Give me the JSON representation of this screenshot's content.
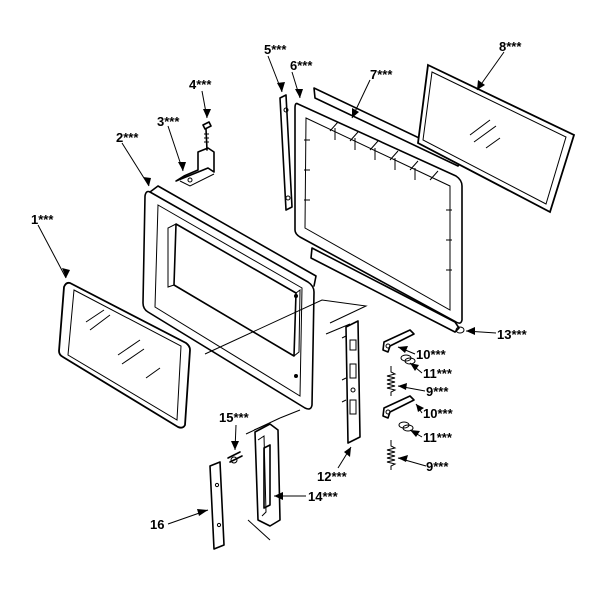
{
  "callouts": {
    "c1": "1***",
    "c2": "2***",
    "c3": "3***",
    "c4": "4***",
    "c5": "5***",
    "c6": "6***",
    "c7": "7***",
    "c8": "8***",
    "c9a": "9***",
    "c9b": "9***",
    "c10a": "10***",
    "c10b": "10***",
    "c11a": "11***",
    "c11b": "11***",
    "c12": "12***",
    "c13": "13***",
    "c14": "14***",
    "c15": "15***",
    "c16": "16"
  }
}
